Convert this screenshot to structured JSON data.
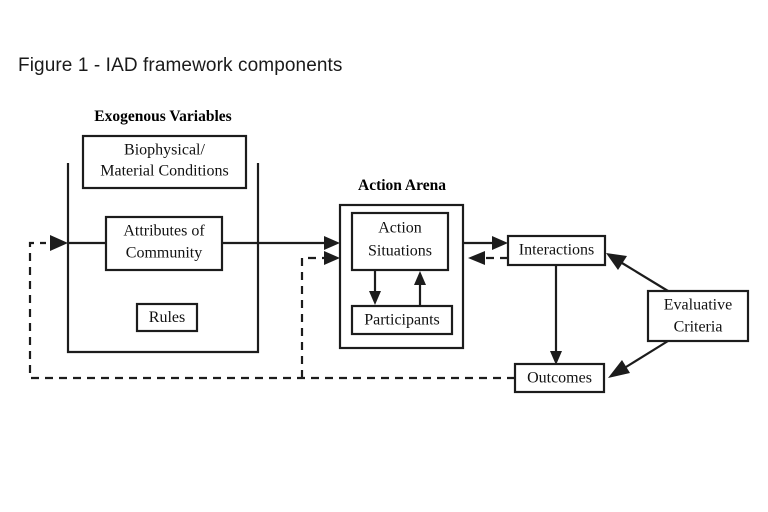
{
  "figure": {
    "title": "Figure 1 - IAD framework components",
    "background_color": "#ffffff",
    "line_color": "#1c1c1c"
  },
  "groups": [
    {
      "id": "exogenous",
      "heading": "Exogenous Variables"
    },
    {
      "id": "action_arena",
      "heading": "Action Arena"
    }
  ],
  "boxes": {
    "biophysical": {
      "line1": "Biophysical/",
      "line2": "Material Conditions"
    },
    "attributes": {
      "line1": "Attributes of",
      "line2": "Community"
    },
    "rules": {
      "line1": "Rules"
    },
    "action_situations": {
      "line1": "Action",
      "line2": "Situations"
    },
    "participants": {
      "line1": "Participants"
    },
    "interactions": {
      "line1": "Interactions"
    },
    "outcomes": {
      "line1": "Outcomes"
    },
    "evaluative_criteria": {
      "line1": "Evaluative",
      "line2": "Criteria"
    }
  },
  "connectors": [
    {
      "id": "exogenous-to-action-arena",
      "style": "solid",
      "direction": "right"
    },
    {
      "id": "feedback-to-action-arena",
      "style": "dashed",
      "direction": "right"
    },
    {
      "id": "action-arena-to-interactions",
      "style": "solid",
      "direction": "right"
    },
    {
      "id": "interactions-to-action-arena",
      "style": "dashed",
      "direction": "left"
    },
    {
      "id": "interactions-to-outcomes",
      "style": "solid",
      "direction": "down"
    },
    {
      "id": "outcomes-feedback-to-exogenous",
      "style": "dashed",
      "direction": "left"
    },
    {
      "id": "action-situations-to-participants",
      "style": "solid",
      "direction": "down"
    },
    {
      "id": "participants-to-action-situations",
      "style": "solid",
      "direction": "up"
    },
    {
      "id": "evaluative-criteria-to-interactions",
      "style": "solid",
      "direction": "up-left"
    },
    {
      "id": "evaluative-criteria-to-outcomes",
      "style": "solid",
      "direction": "down-left"
    }
  ]
}
